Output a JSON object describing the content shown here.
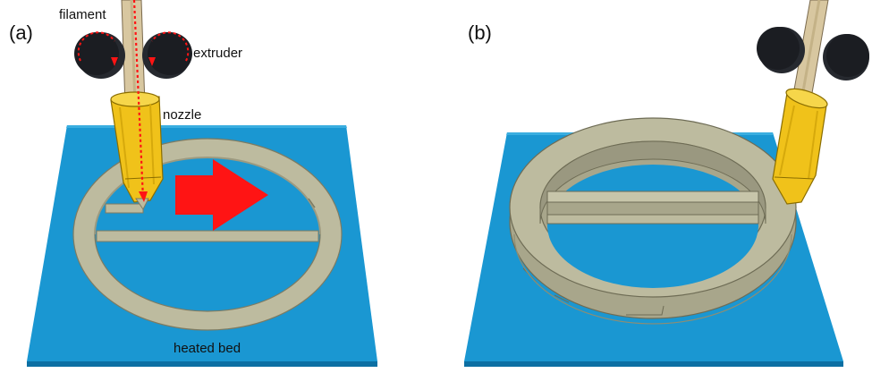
{
  "panels": [
    {
      "label": "(a)"
    },
    {
      "label": "(b)"
    }
  ],
  "labels": {
    "filament": "filament",
    "extruder": "extruder",
    "nozzle": "nozzle",
    "heated_bed": "heated bed"
  },
  "colors": {
    "bed": "#1a97d2",
    "bed_edge": "#0c6fa3",
    "print": "#bdbb9f",
    "print_wall": "#8f8d72",
    "nozzle": "#f0c21a",
    "filament": "#d8c7a0",
    "roller": "#1b1d22",
    "arrow": "#ff1414"
  },
  "icons": [
    "extruder-roller-icon",
    "nozzle-icon",
    "print-direction-arrow-icon"
  ]
}
